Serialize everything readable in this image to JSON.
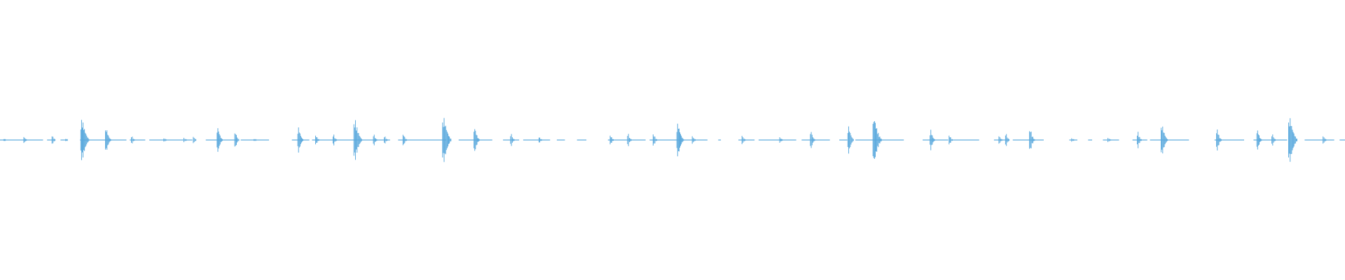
{
  "waveform": {
    "color": "#5aa9dd",
    "background": "#ffffff",
    "clips": [
      [
        0.0,
        3.2
      ],
      [
        3.5,
        4.1
      ],
      [
        4.5,
        5.0
      ],
      [
        5.95,
        9.4
      ],
      [
        9.65,
        10.8
      ],
      [
        11.1,
        14.3
      ],
      [
        15.3,
        17.6
      ],
      [
        17.9,
        20.0
      ],
      [
        21.7,
        23.0
      ],
      [
        23.2,
        29.0
      ],
      [
        29.6,
        33.2
      ],
      [
        34.1,
        36.6
      ],
      [
        37.4,
        38.6
      ],
      [
        38.9,
        40.9
      ],
      [
        41.4,
        42.0
      ],
      [
        42.9,
        43.6
      ],
      [
        45.2,
        48.0
      ],
      [
        48.3,
        52.6
      ],
      [
        53.4,
        53.6
      ],
      [
        54.9,
        56.1
      ],
      [
        56.4,
        59.2
      ],
      [
        59.6,
        61.7
      ],
      [
        62.4,
        63.0
      ],
      [
        63.6,
        67.2
      ],
      [
        68.6,
        70.5
      ],
      [
        70.8,
        72.8
      ],
      [
        73.9,
        75.0
      ],
      [
        75.3,
        77.6
      ],
      [
        79.5,
        80.1
      ],
      [
        80.9,
        81.2
      ],
      [
        82.0,
        83.2
      ],
      [
        84.2,
        85.3
      ],
      [
        85.5,
        88.4
      ],
      [
        90.3,
        92.5
      ],
      [
        93.2,
        95.7
      ],
      [
        97.0,
        99.2
      ],
      [
        99.6,
        100.0
      ]
    ],
    "peaks": [
      {
        "t": 0.3,
        "a": 0.02
      },
      {
        "t": 1.8,
        "a": 0.17
      },
      {
        "t": 3.9,
        "a": 0.24
      },
      {
        "t": 4.9,
        "a": 0.05
      },
      {
        "t": 6.1,
        "a": 0.95
      },
      {
        "t": 7.9,
        "a": 0.55
      },
      {
        "t": 9.8,
        "a": 0.22
      },
      {
        "t": 12.2,
        "a": 0.12
      },
      {
        "t": 13.7,
        "a": 0.13
      },
      {
        "t": 14.4,
        "a": 0.18
      },
      {
        "t": 16.2,
        "a": 0.55
      },
      {
        "t": 17.5,
        "a": 0.38
      },
      {
        "t": 18.9,
        "a": 0.08
      },
      {
        "t": 22.2,
        "a": 0.55
      },
      {
        "t": 23.5,
        "a": 0.25
      },
      {
        "t": 24.8,
        "a": 0.28
      },
      {
        "t": 26.4,
        "a": 0.92
      },
      {
        "t": 27.8,
        "a": 0.28
      },
      {
        "t": 28.6,
        "a": 0.22
      },
      {
        "t": 30.0,
        "a": 0.3
      },
      {
        "t": 33.0,
        "a": 1.0
      },
      {
        "t": 35.3,
        "a": 0.55
      },
      {
        "t": 38.0,
        "a": 0.32
      },
      {
        "t": 40.1,
        "a": 0.16
      },
      {
        "t": 45.4,
        "a": 0.25
      },
      {
        "t": 46.7,
        "a": 0.32
      },
      {
        "t": 48.6,
        "a": 0.32
      },
      {
        "t": 50.4,
        "a": 0.75
      },
      {
        "t": 51.5,
        "a": 0.22
      },
      {
        "t": 55.2,
        "a": 0.24
      },
      {
        "t": 58.0,
        "a": 0.16
      },
      {
        "t": 60.3,
        "a": 0.42
      },
      {
        "t": 63.1,
        "a": 0.6
      },
      {
        "t": 65.0,
        "a": 1.0
      },
      {
        "t": 69.2,
        "a": 0.45
      },
      {
        "t": 70.6,
        "a": 0.25
      },
      {
        "t": 74.3,
        "a": 0.22
      },
      {
        "t": 74.8,
        "a": 0.32
      },
      {
        "t": 76.6,
        "a": 0.52
      },
      {
        "t": 79.7,
        "a": 0.1
      },
      {
        "t": 82.4,
        "a": 0.14
      },
      {
        "t": 84.6,
        "a": 0.38
      },
      {
        "t": 86.4,
        "a": 0.7
      },
      {
        "t": 90.5,
        "a": 0.48
      },
      {
        "t": 93.5,
        "a": 0.45
      },
      {
        "t": 94.6,
        "a": 0.3
      },
      {
        "t": 95.9,
        "a": 1.0
      },
      {
        "t": 98.4,
        "a": 0.22
      }
    ]
  }
}
